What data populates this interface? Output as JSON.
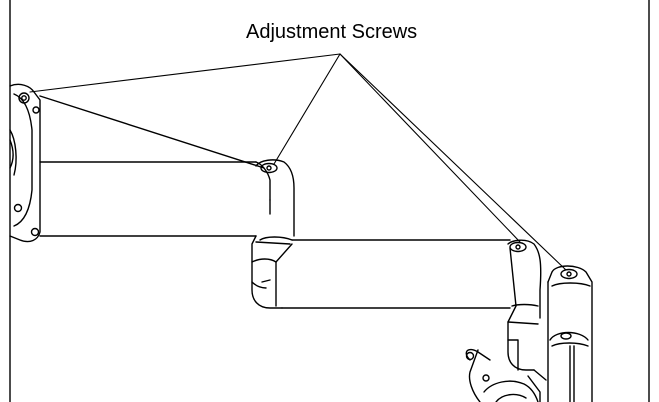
{
  "diagram": {
    "callout": {
      "label": "Adjustment Screws"
    },
    "colors": {
      "line": "#000000",
      "fill": "#ffffff",
      "shade": "#e6e6e6"
    },
    "parts": [
      "mount-plate-left",
      "arm-segment-upper",
      "arm-segment-lower",
      "pivot-joint-middle",
      "pivot-joint-right",
      "vertical-post-right",
      "mount-plate-bottom",
      "adjustment-screw-icon"
    ]
  }
}
